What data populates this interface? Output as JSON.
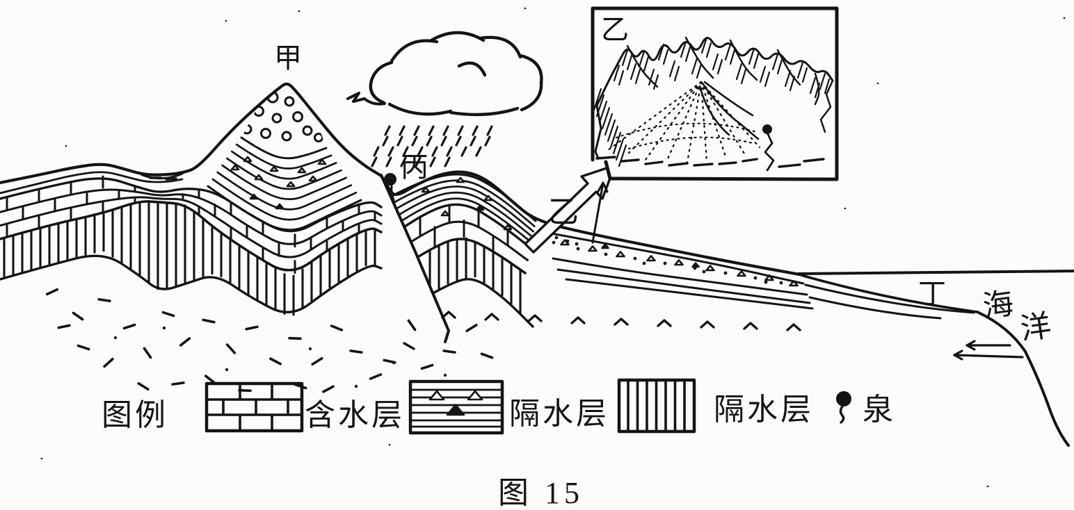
{
  "figure": {
    "title_caption": "图 15",
    "paper_color": "#fcfcfa",
    "ink_color": "#141414"
  },
  "labels": {
    "jia": "甲",
    "bing": "丙",
    "yi": "乙",
    "ding": "丁",
    "ocean_hai": "海",
    "ocean_yang": "洋",
    "inset_yi": "乙"
  },
  "legend": {
    "title": "图例",
    "items": [
      {
        "symbol": "brick-pattern-swatch",
        "label": "含水层"
      },
      {
        "symbol": "hlines-triangle-pattern-swatch",
        "label": "隔水层"
      },
      {
        "symbol": "vlines-pattern-swatch",
        "label": "隔水层"
      },
      {
        "symbol": "spring-symbol",
        "label": "泉"
      }
    ]
  },
  "caption": "图 15"
}
